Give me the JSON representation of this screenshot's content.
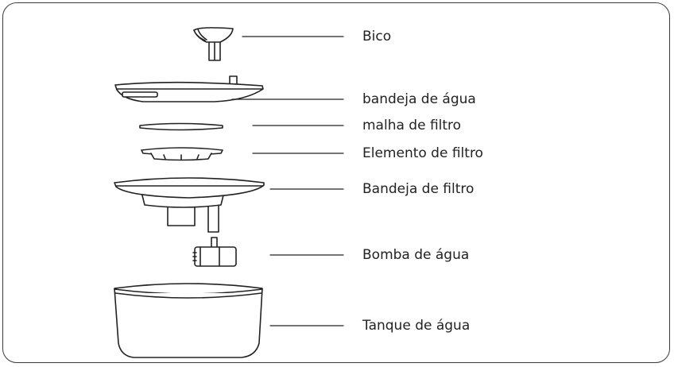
{
  "labels": {
    "bico": "Bico",
    "bandeja_agua": "bandeja de água",
    "malha_filtro": "malha de filtro",
    "elemento_filtro": "Elemento de filtro",
    "bandeja_filtro": "Bandeja de filtro",
    "bomba_agua": "Bomba de água",
    "tanque_agua": "Tanque de água"
  }
}
